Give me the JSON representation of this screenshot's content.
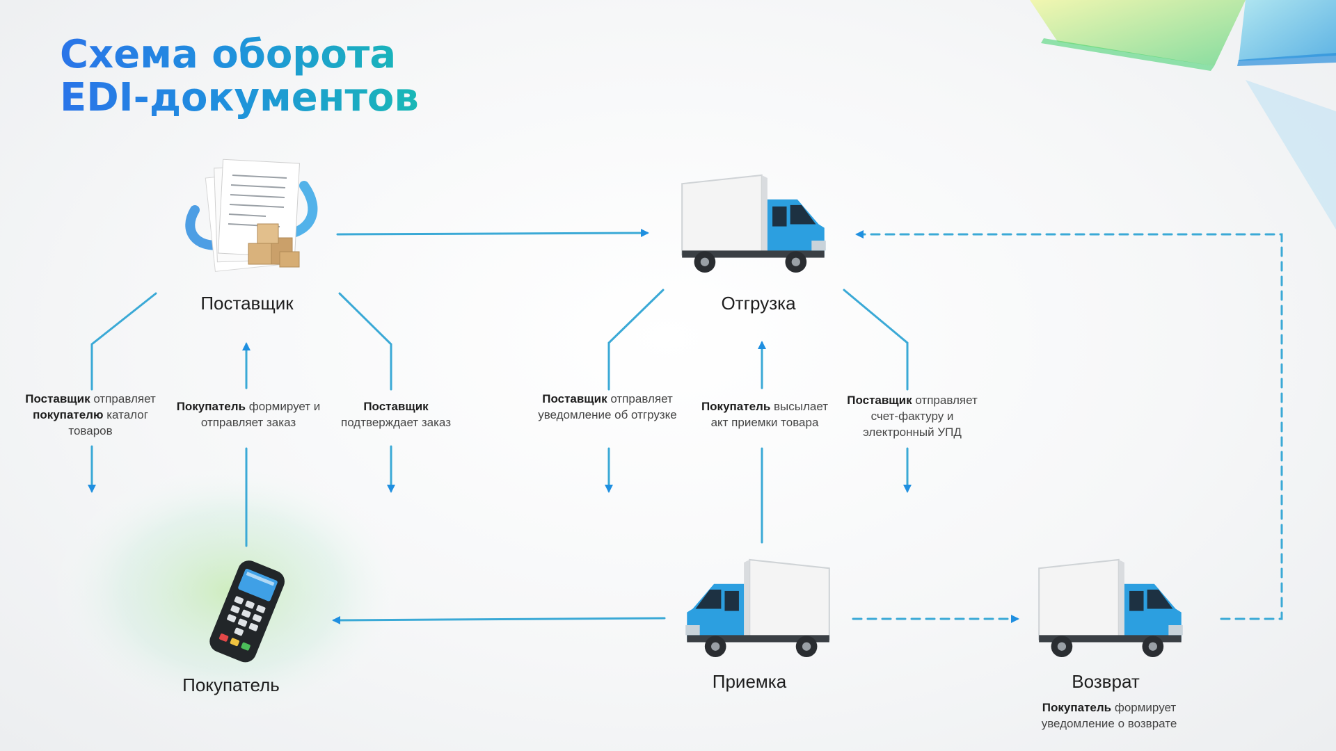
{
  "title": {
    "line1": "Схема оборота",
    "line2": "EDI-документов"
  },
  "nodes": {
    "supplier": "Поставщик",
    "shipment": "Отгрузка",
    "buyer": "Покупатель",
    "acceptance": "Приемка",
    "return": "Возврат"
  },
  "steps": {
    "catalog": {
      "actor": "Поставщик",
      "text1": " отправляет",
      "actor2": "покупателю",
      "text2": " каталог товаров"
    },
    "order": {
      "actor": "Покупатель",
      "text": " формирует и отправляет заказ"
    },
    "confirm": {
      "actor": "Поставщик",
      "text": " подтверждает заказ"
    },
    "ship_notice": {
      "actor": "Поставщик",
      "text": " отправляет уведомление об отгрузке"
    },
    "acceptance_act": {
      "actor": "Покупатель",
      "text": " высылает акт приемки товара"
    },
    "invoice": {
      "actor": "Поставщик",
      "text": " отправляет счет-фактуру и электронный УПД"
    },
    "return_notice": {
      "actor": "Покупатель",
      "text": " формирует уведомление о возврате"
    }
  },
  "colors": {
    "title_start": "#2a74e8",
    "title_end": "#19b8b6",
    "connector": "#3aa9d6",
    "arrow": "#1f8fe0",
    "truck_cab": "#2c9fe0"
  },
  "icons": {
    "supplier": "documents-and-boxes-icon",
    "shipment": "truck-icon",
    "buyer": "pos-terminal-icon",
    "acceptance": "truck-icon",
    "return": "truck-icon"
  }
}
